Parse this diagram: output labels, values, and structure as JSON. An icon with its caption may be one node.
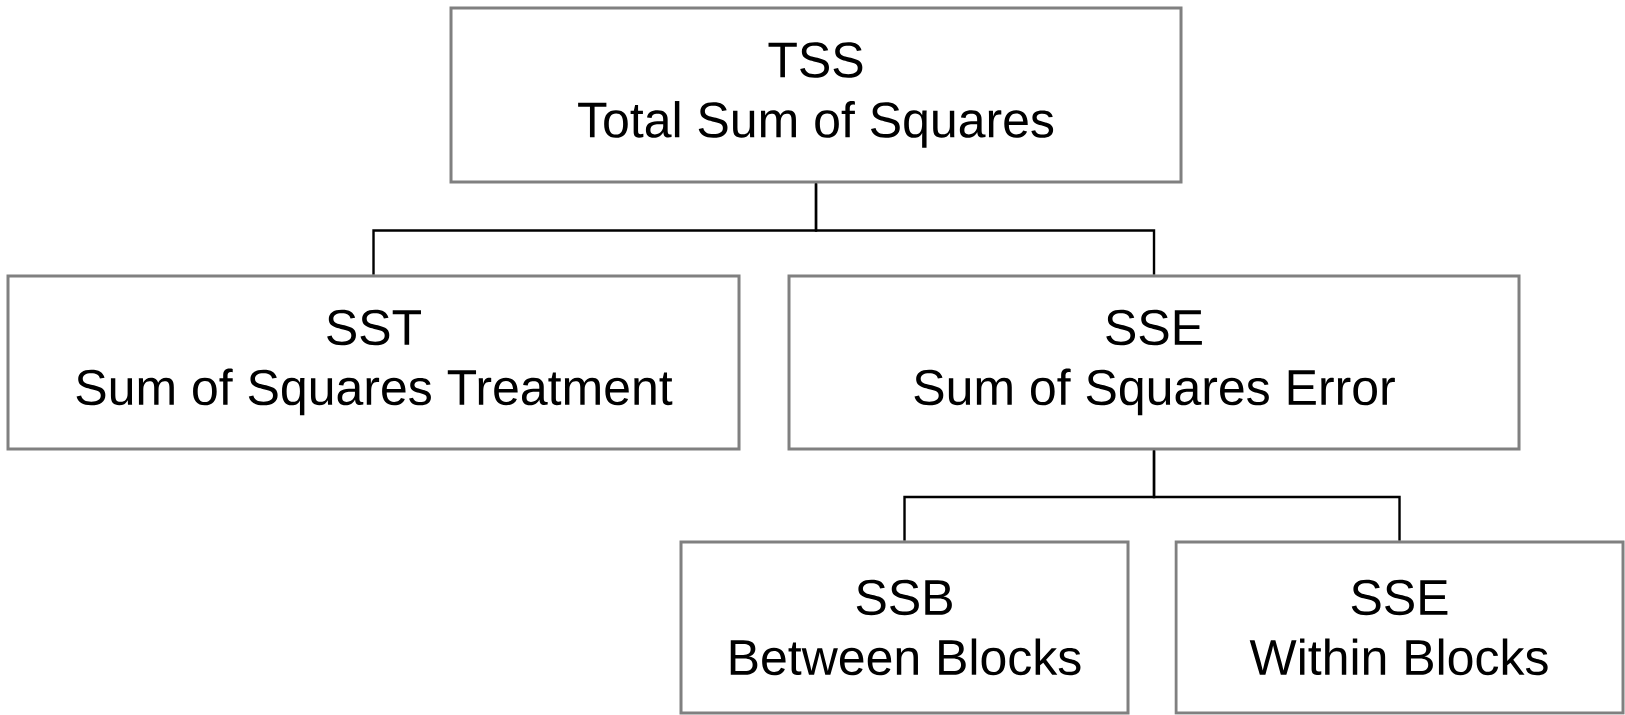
{
  "diagram": {
    "nodes": [
      {
        "text": [
          "TSS",
          "Total Sum of Squares"
        ]
      },
      {
        "text": [
          "SST",
          "Sum of Squares Treatment"
        ]
      },
      {
        "text": [
          "SSE",
          "Sum of Squares Error"
        ]
      },
      {
        "text": [
          "SSB",
          "Between Blocks"
        ]
      },
      {
        "text": [
          "SSE",
          "Within Blocks"
        ]
      }
    ],
    "edges": [
      {
        "from": 0,
        "to": 1,
        "arrow": "none"
      },
      {
        "from": 0,
        "to": 2,
        "arrow": "none"
      },
      {
        "from": 2,
        "to": 3,
        "arrow": "none"
      },
      {
        "from": 2,
        "to": 4,
        "arrow": "none"
      }
    ]
  }
}
